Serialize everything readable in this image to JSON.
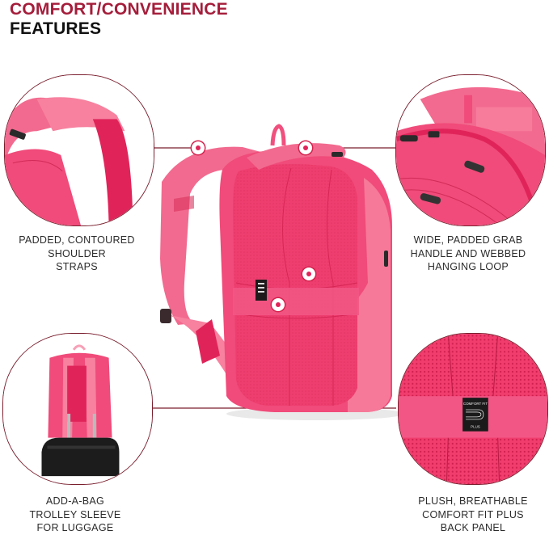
{
  "header": {
    "title_line1": "COMFORT/CONVENIENCE",
    "title_line2": "FEATURES"
  },
  "colors": {
    "accent": "#a51d3b",
    "heading_dark": "#111111",
    "outline": "#7a1f2e",
    "product_pink": "#f04b7a",
    "product_pink_light": "#f7819f",
    "product_pink_deep": "#e0245a",
    "caption_text": "#2b2b2b"
  },
  "features": [
    {
      "id": "shoulder-straps",
      "caption_lines": [
        "PADDED, CONTOURED",
        "SHOULDER",
        "STRAPS"
      ],
      "icon": "shoulder-strap-closeup"
    },
    {
      "id": "grab-handle",
      "caption_lines": [
        "WIDE, PADDED GRAB",
        "HANDLE AND WEBBED",
        "HANGING LOOP"
      ],
      "icon": "grab-handle-closeup"
    },
    {
      "id": "trolley-sleeve",
      "caption_lines": [
        "ADD-A-BAG",
        "TROLLEY SLEEVE",
        "FOR LUGGAGE"
      ],
      "icon": "backpack-on-luggage"
    },
    {
      "id": "back-panel",
      "caption_lines": [
        "PLUSH, BREATHABLE",
        "COMFORT FIT PLUS",
        "BACK PANEL"
      ],
      "icon": "mesh-back-panel"
    }
  ],
  "back_panel_label": {
    "line1": "COMFORT FIT",
    "line2": "PLUS"
  },
  "product": {
    "name_icon": "pink-backpack-rear-view"
  }
}
